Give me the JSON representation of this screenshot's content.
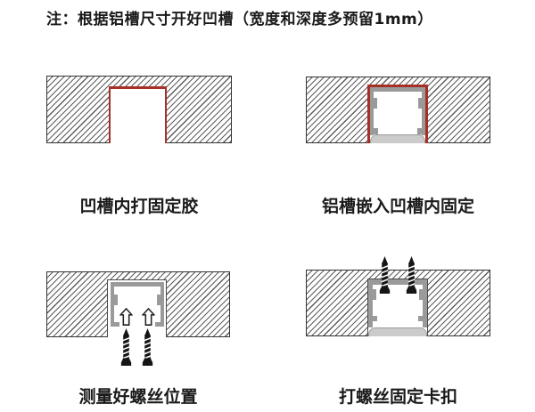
{
  "note": {
    "text": "注：根据铝槽尺寸开好凹槽（宽度和深度多预留1mm）"
  },
  "panels": [
    {
      "id": "apply-glue",
      "caption": "凹槽内打固定胶"
    },
    {
      "id": "insert-channel",
      "caption": "铝槽嵌入凹槽内固定"
    },
    {
      "id": "measure-screw-positions",
      "caption": "测量好螺丝位置"
    },
    {
      "id": "screw-fix-clips",
      "caption": "打螺丝固定卡扣"
    }
  ],
  "icons": {
    "screw": "screw-icon",
    "up_arrow": "up-arrow-icon"
  },
  "colors": {
    "glue_red": "#a63026",
    "channel_gray": "#9a9a9a",
    "diffuser_gray": "#cbcbcb",
    "hatch_line": "#5d5d5d",
    "outline": "#333333",
    "text": "#1a1a1a"
  }
}
